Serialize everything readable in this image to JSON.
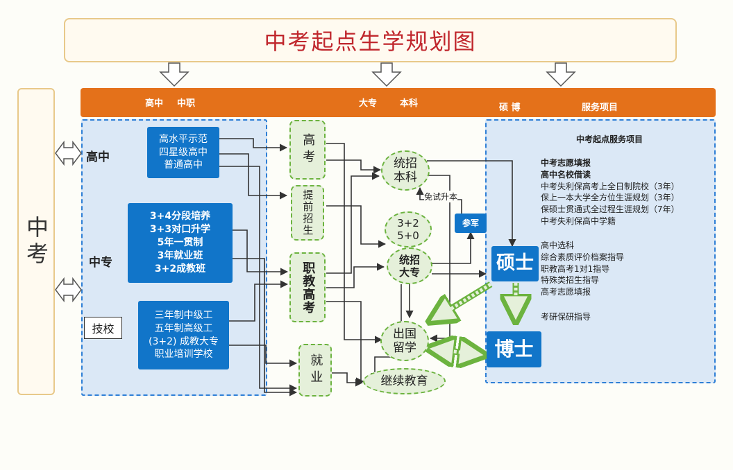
{
  "title": "中考起点生学规划图",
  "side_label": "中考",
  "bar_labels": {
    "high_school": "高中",
    "vocational": "中职",
    "junior_college": "大专",
    "undergraduate": "本科",
    "master_doctor": "硕  博",
    "services": "服务项目"
  },
  "rows": {
    "high": "高中",
    "mid": "中专",
    "tech": "技校"
  },
  "boxes": {
    "high": [
      "高水平示范",
      "四星级高中",
      "普通高中"
    ],
    "mid": [
      "3+4分段培养",
      "3+3对口升学",
      "5年一贯制",
      "3年就业班",
      "3+2成教班"
    ],
    "tech": [
      "三年制中级工",
      "五年制高级工",
      "(3+2) 成教大专",
      "职业培训学校"
    ]
  },
  "paths": {
    "gaokao": "高考",
    "tiqian": "提前招生",
    "zhijiao": "职教高考",
    "jiuye": "就业"
  },
  "outcomes": {
    "tongzhao_benke": [
      "统招",
      "本科"
    ],
    "three_two": [
      "3+2",
      "5+0"
    ],
    "tongzhao_dazhuan": [
      "统招",
      "大专"
    ],
    "chuguo": [
      "出国",
      "留学"
    ],
    "jixu": "继续教育",
    "canjun": "参军",
    "mianshi": "免试升本"
  },
  "degrees": {
    "master": "硕士",
    "doctor": "博士"
  },
  "services": {
    "heading": "中考起点服务项目",
    "items": [
      {
        "text": "中考志愿填报",
        "bold": true
      },
      {
        "text": "高中名校借读",
        "bold": true
      },
      {
        "text": "中考失利保高考上全日制院校（3年）",
        "bold": false
      },
      {
        "text": "保上一本大学全方位生涯规划（3年）",
        "bold": false
      },
      {
        "text": "保硕士贯通式全过程生涯规划（7年）",
        "bold": false
      },
      {
        "text": "中考失利保高中学籍",
        "bold": false
      }
    ],
    "items2": [
      "高中选科",
      "综合素质评价档案指导",
      "职教高考1对1指导",
      "特殊类招生指导",
      "高考志愿填报"
    ],
    "items3": [
      "考研保研指导"
    ]
  },
  "colors": {
    "title_red": "#c0272d",
    "orange": "#e4711a",
    "blue": "#1175c9",
    "region_blue": "#dbe8f6",
    "green": "#6cb33f",
    "green_fill": "#e5f0da"
  }
}
